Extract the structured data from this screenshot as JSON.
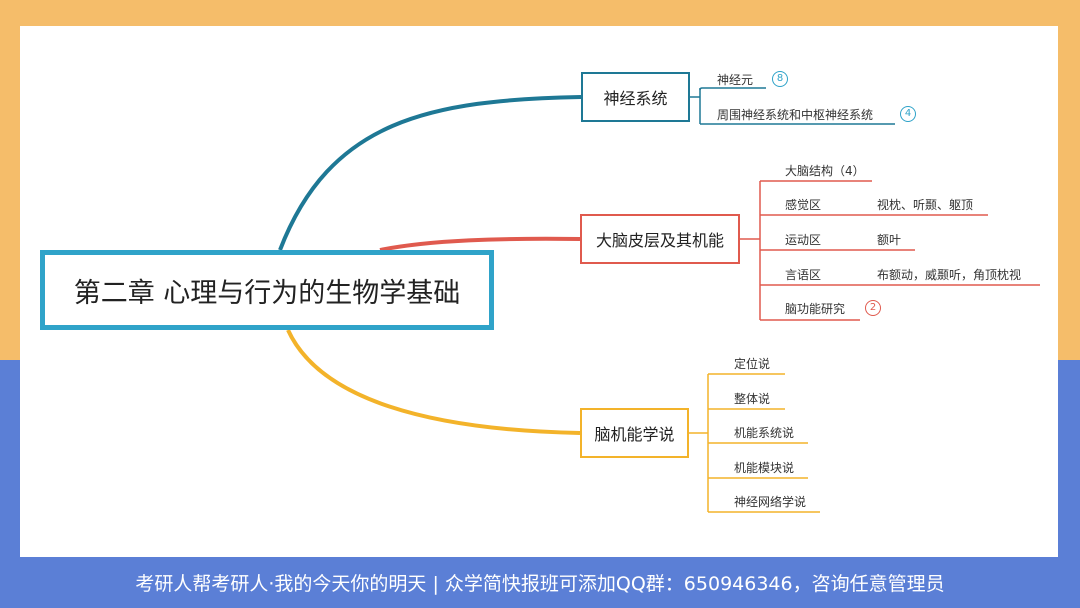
{
  "colors": {
    "top_background": "#f5bd6a",
    "bottom_background": "#5b7fd6",
    "root_border": "#2fa3c9",
    "branch_nervous": "#1e7895",
    "branch_cortex": "#e05a4e",
    "branch_theory": "#f3b32a"
  },
  "root": {
    "title": "第二章 心理与行为的生物学基础"
  },
  "branches": {
    "nervous": {
      "label": "神经系统",
      "items": [
        {
          "label": "神经元",
          "badge": "8"
        },
        {
          "label": "周围神经系统和中枢神经系统",
          "badge": "4"
        }
      ]
    },
    "cortex": {
      "label": "大脑皮层及其机能",
      "items": [
        {
          "label": "大脑结构（4）"
        },
        {
          "label": "感觉区",
          "detail": "视枕、听颞、躯顶"
        },
        {
          "label": "运动区",
          "detail": "额叶"
        },
        {
          "label": "言语区",
          "detail": "布额动，威颞听，角顶枕视"
        },
        {
          "label": "脑功能研究",
          "badge": "2"
        }
      ]
    },
    "theory": {
      "label": "脑机能学说",
      "items": [
        {
          "label": "定位说"
        },
        {
          "label": "整体说"
        },
        {
          "label": "机能系统说"
        },
        {
          "label": "机能模块说"
        },
        {
          "label": "神经网络学说"
        }
      ]
    }
  },
  "footer": {
    "text": "考研人帮考研人·我的今天你的明天 | 众学简快报班可添加QQ群：650946346，咨询任意管理员"
  }
}
